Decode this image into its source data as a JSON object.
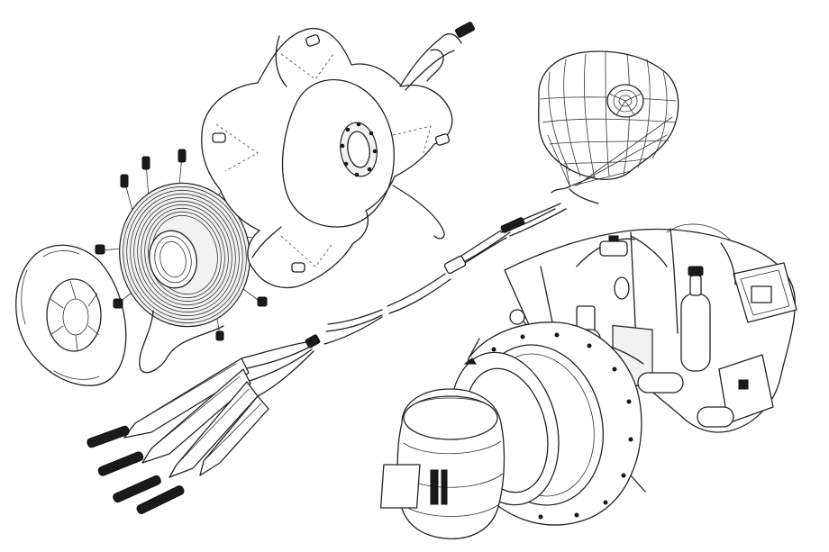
{
  "figure": {
    "style": "black-and-white exploded line drawing",
    "background": "#ffffff",
    "ink": "#222222"
  },
  "components": [
    {
      "id": "deflector-cover",
      "icon": "fabric-cover-icon"
    },
    {
      "id": "riser-coil",
      "icon": "coiled-line-icon"
    },
    {
      "id": "deployment-bag",
      "icon": "fabric-bag-icon"
    },
    {
      "id": "pilot-chute",
      "icon": "parachute-canopy-icon"
    },
    {
      "id": "riser-assembly",
      "icon": "bridle-lines-icon"
    },
    {
      "id": "canopy-pack",
      "icon": "packed-canopy-icon"
    },
    {
      "id": "mortar-housing",
      "icon": "mechanical-housing-icon"
    }
  ]
}
